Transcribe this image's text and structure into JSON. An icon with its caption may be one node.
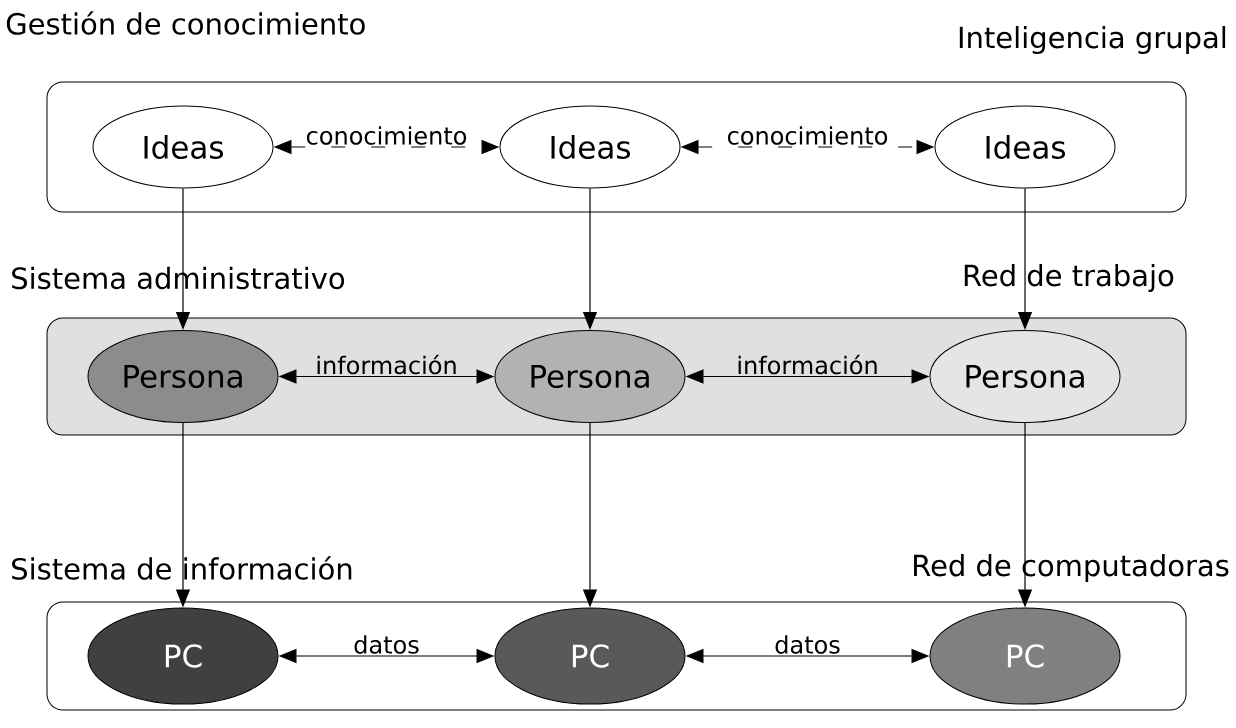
{
  "diagram": {
    "nodes": [
      {
        "text": [
          "Gestión de conocimiento",
          "Inteligencia grupal"
        ]
      },
      {
        "text": [
          "Ideas"
        ],
        "in": 0
      },
      {
        "text": [
          "Ideas"
        ],
        "in": 0
      },
      {
        "text": [
          "Ideas"
        ],
        "in": 0
      },
      {
        "text": [
          "Sistema administrativo",
          "Red de trabajo"
        ]
      },
      {
        "text": [
          "Persona"
        ],
        "in": 4
      },
      {
        "text": [
          "Persona"
        ],
        "in": 4
      },
      {
        "text": [
          "Persona"
        ],
        "in": 4
      },
      {
        "text": [
          "Sistema de información",
          "Red de computadoras"
        ]
      },
      {
        "text": [
          "PC"
        ],
        "in": 8
      },
      {
        "text": [
          "PC"
        ],
        "in": 8
      },
      {
        "text": [
          "PC"
        ],
        "in": 8
      }
    ],
    "edges": [
      {
        "from": 1,
        "to": 2,
        "arrow": "both",
        "label": "conocimiento",
        "style": "dashed"
      },
      {
        "from": 2,
        "to": 3,
        "arrow": "both",
        "label": "conocimiento",
        "style": "dashed"
      },
      {
        "from": 1,
        "to": 5,
        "arrow": "to"
      },
      {
        "from": 2,
        "to": 6,
        "arrow": "to"
      },
      {
        "from": 3,
        "to": 7,
        "arrow": "to"
      },
      {
        "from": 5,
        "to": 6,
        "arrow": "both",
        "label": "información"
      },
      {
        "from": 6,
        "to": 7,
        "arrow": "both",
        "label": "información"
      },
      {
        "from": 5,
        "to": 9,
        "arrow": "to"
      },
      {
        "from": 6,
        "to": 10,
        "arrow": "to"
      },
      {
        "from": 7,
        "to": 11,
        "arrow": "to"
      },
      {
        "from": 9,
        "to": 10,
        "arrow": "both",
        "label": "datos"
      },
      {
        "from": 10,
        "to": 11,
        "arrow": "both",
        "label": "datos"
      }
    ]
  }
}
